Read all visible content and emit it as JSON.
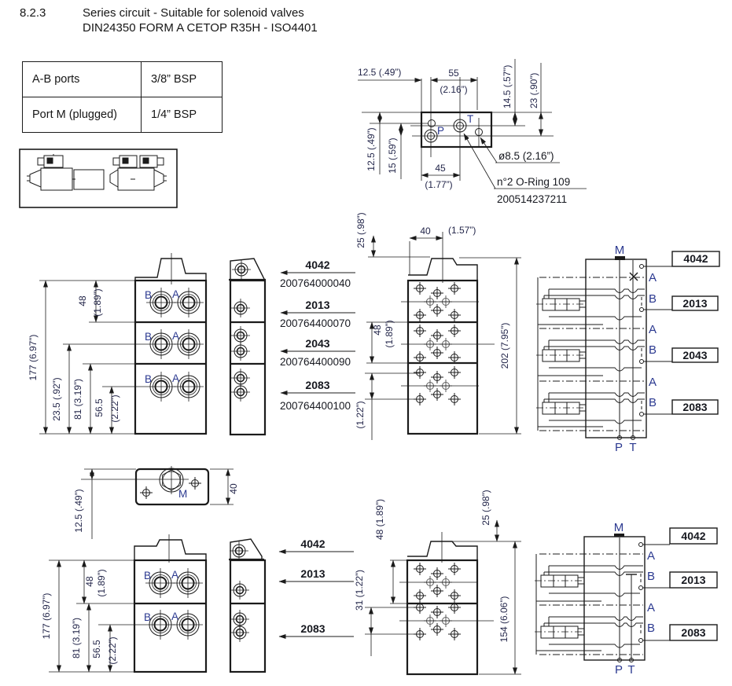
{
  "header": {
    "section": "8.2.3",
    "title_line1": "Series circuit - Suitable for solenoid valves",
    "title_line2": "DIN24350 FORM A CETOP R35H - ISO4401"
  },
  "spec_table": {
    "rows": [
      {
        "label": "A-B ports",
        "value": "3/8” BSP"
      },
      {
        "label": "Port M (plugged)",
        "value": "1/4” BSP"
      }
    ]
  },
  "mounting_view": {
    "dim_top_left": "12.5  (.49”)",
    "dim_55": "55",
    "dim_55_in": "(2.16”)",
    "dim_14_5": "14.5  (.57”)",
    "dim_23": "23  (.90”)",
    "dim_left_12_5": "12.5  (.49”)",
    "dim_15": "15  (.59”)",
    "dim_45": "45",
    "dim_45_in": "(1.77”)",
    "port_p": "P",
    "port_t": "T",
    "note_hole": "ø8.5  (2.16”)",
    "note_oring": "n°2 O-Ring 109",
    "note_code": "200514237211"
  },
  "front_view_3": {
    "dim_177": "177  (6.97”)",
    "dim_48": "48",
    "dim_48_in": "(1.89”)",
    "dim_23_5": "23.5  (.92”)",
    "dim_81": "81 (3.19”)",
    "dim_56_5": "56.5",
    "dim_56_5_in": "(2.22”)",
    "port_b": "B",
    "port_a": "A"
  },
  "parts_3": {
    "items": [
      {
        "model": "4042",
        "code": "200764000040"
      },
      {
        "model": "2013",
        "code": "200764400070"
      },
      {
        "model": "2043",
        "code": "200764400090"
      },
      {
        "model": "2083",
        "code": "200764400100"
      }
    ]
  },
  "top_view_3": {
    "dim_25": "25  (.98”)",
    "dim_40": "40",
    "dim_40_in": "(1.57”)",
    "dim_48": "48",
    "dim_48_in": "(1.89”)",
    "dim_202": "202  (7.95”)",
    "dim_1_22": "(1.22”)"
  },
  "schematic_3": {
    "label_m": "M",
    "label_a": "A",
    "label_b": "B",
    "label_p": "P",
    "label_t": "T",
    "boxes": [
      "4042",
      "2013",
      "2043",
      "2083"
    ]
  },
  "m_port_view": {
    "dim_12_5": "12.5  (.49”)",
    "dim_40": "40",
    "label_m": "M"
  },
  "front_view_2": {
    "dim_177": "177  (6.97”)",
    "dim_48": "48",
    "dim_48_in": "(1.89”)",
    "dim_81": "81 (3.19”)",
    "dim_56_5": "56.5",
    "dim_56_5_in": "(2.22”)",
    "port_b": "B",
    "port_a": "A"
  },
  "parts_2": {
    "items": [
      {
        "model": "4042"
      },
      {
        "model": "2013"
      },
      {
        "model": "2083"
      }
    ]
  },
  "top_view_2": {
    "dim_48": "48  (1.89”)",
    "dim_25": "25  (.98”)",
    "dim_31": "31 (1.22”)",
    "dim_154": "154  (6.06”)"
  },
  "schematic_2": {
    "label_m": "M",
    "label_a": "A",
    "label_b": "B",
    "label_p": "P",
    "label_t": "T",
    "boxes": [
      "4042",
      "2013",
      "2083"
    ]
  }
}
